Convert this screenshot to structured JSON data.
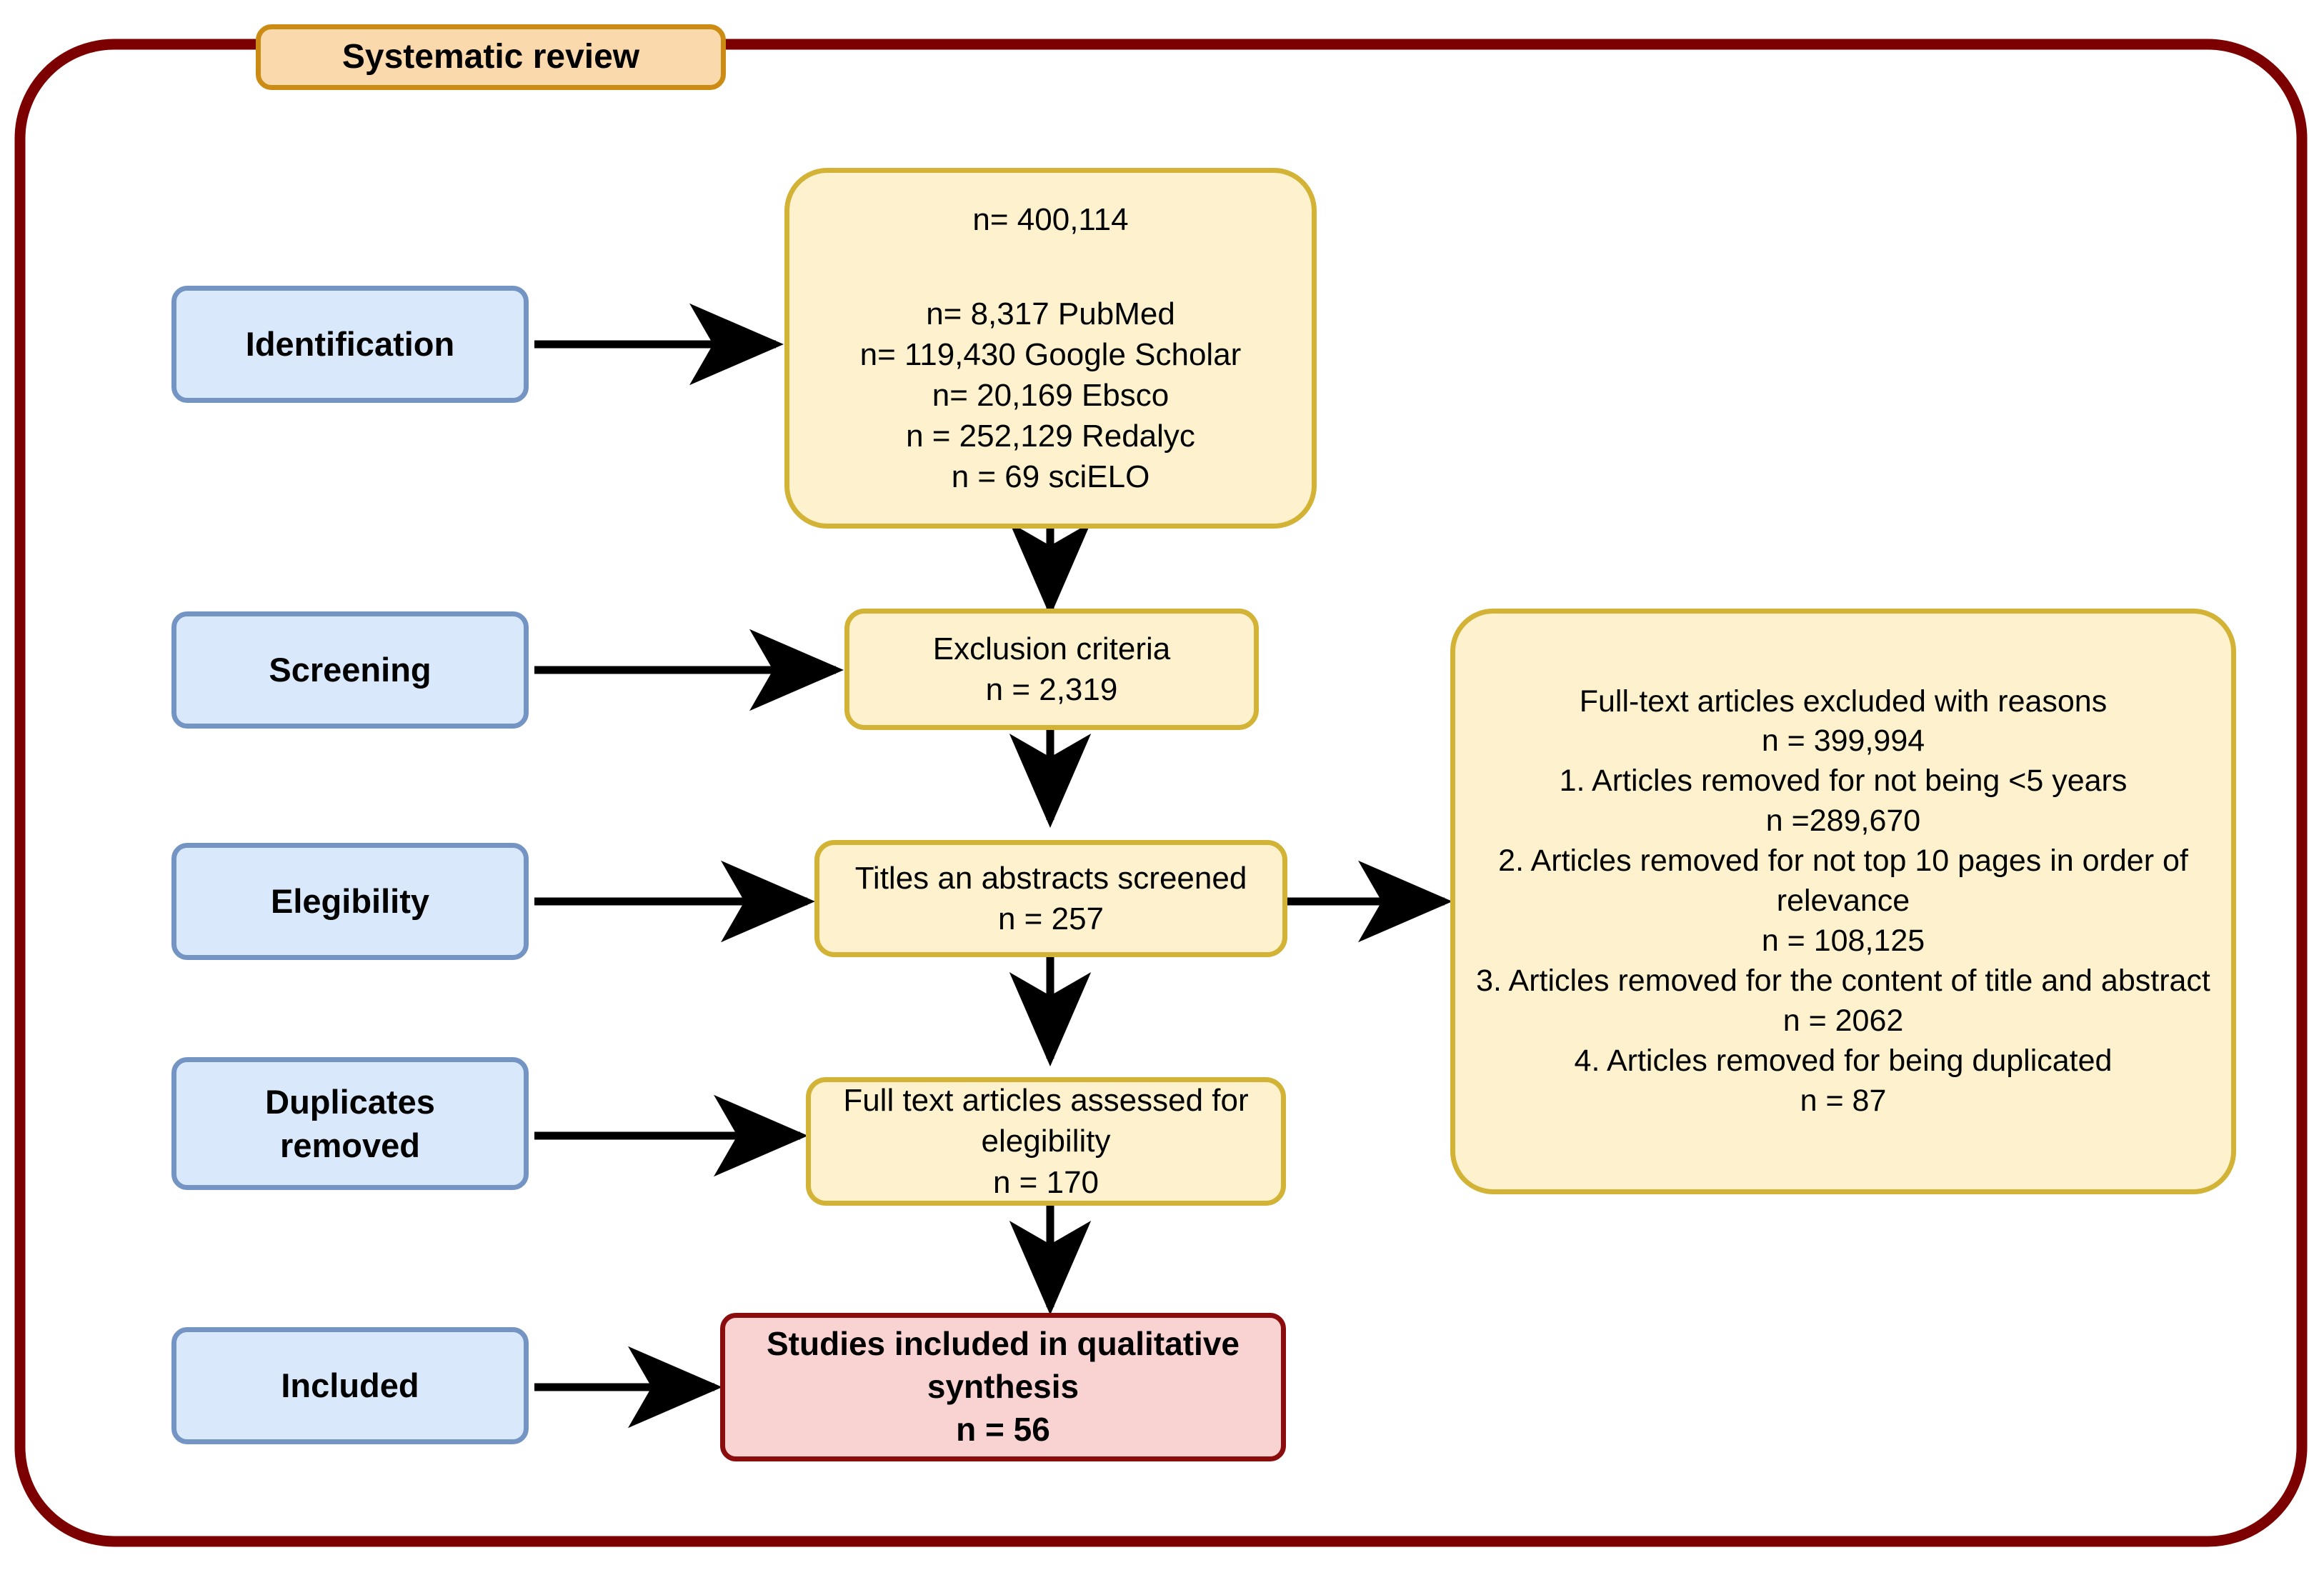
{
  "diagram": {
    "title": "Systematic review",
    "frame_color": "#7d0000",
    "colors": {
      "title_fill": "#fad9ad",
      "title_stroke": "#cc8b13",
      "stage_fill": "#dae8fc",
      "stage_stroke": "#7495c4",
      "data_fill": "#fdf2cd",
      "data_stroke": "#d2b336",
      "final_fill": "#f9d2d2",
      "final_stroke": "#8a0c0c",
      "connector": "#000000"
    }
  },
  "stages": [
    {
      "id": "identification",
      "label": "Identification"
    },
    {
      "id": "screening",
      "label": "Screening"
    },
    {
      "id": "elegibility",
      "label": "Elegibility"
    },
    {
      "id": "duplicates-removed",
      "label": "Duplicates\nremoved"
    },
    {
      "id": "included",
      "label": "Included"
    }
  ],
  "identification_box": {
    "total": "n= 400,114",
    "sources": [
      "n= 8,317 PubMed",
      "n= 119,430 Google Scholar",
      "n= 20,169 Ebsco",
      "n = 252,129 Redalyc",
      "n = 69 sciELO"
    ]
  },
  "screening_box": {
    "line1": "Exclusion criteria",
    "line2": "n = 2,319"
  },
  "elegibility_box": {
    "line1": "Titles an abstracts screened",
    "line2": "n = 257"
  },
  "fulltext_box": {
    "line1": "Full text articles assessed for",
    "line2": "elegibility",
    "line3": "n = 170"
  },
  "included_box": {
    "line1": "Studies included in qualitative",
    "line2": "synthesis",
    "line3": "n = 56"
  },
  "excluded_box": {
    "heading": "Full-text articles excluded with reasons",
    "total": "n = 399,994",
    "reasons": [
      {
        "text": "1. Articles removed for not being <5 years",
        "n": "n =289,670"
      },
      {
        "text": "2. Articles removed for not top 10 pages in order of relevance",
        "n": "n = 108,125"
      },
      {
        "text": "3. Articles removed for the content of title and abstract",
        "n": "n = 2062"
      },
      {
        "text": "4. Articles removed for being duplicated",
        "n": "n = 87"
      }
    ]
  }
}
